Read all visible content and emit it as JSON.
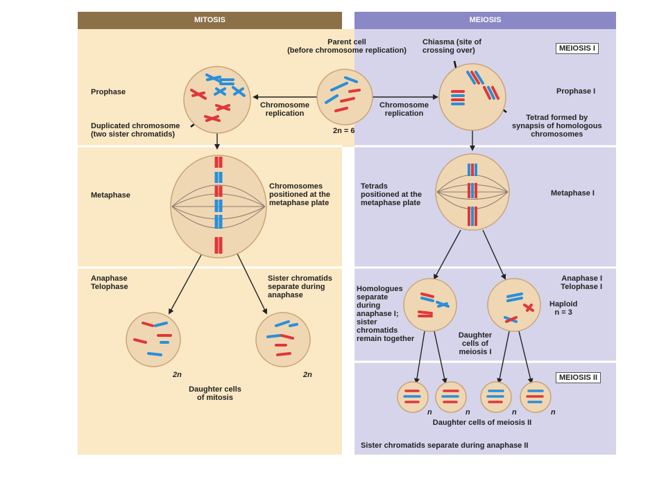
{
  "headers": {
    "mitosis": "MITOSIS",
    "meiosis": "MEIOSIS"
  },
  "tags": {
    "meiosis1": "MEIOSIS I",
    "meiosis2": "MEIOSIS II"
  },
  "colors": {
    "mitosis_header": "#8b7048",
    "meiosis_header": "#8b88c6",
    "mitosis_bg": "#fbe8c4",
    "meiosis_bg": "#d6d4ea",
    "cell_fill": "#f0d7b3",
    "chrom_red": "#e0373a",
    "chrom_blue": "#2a8fd8"
  },
  "parent": {
    "title": "Parent cell\n(before chromosome replication)",
    "ploidy": "2n = 6"
  },
  "replication": {
    "left": "Chromosome\nreplication",
    "right": "Chromosome\nreplication"
  },
  "chiasma": "Chiasma (site of\ncrossing over)",
  "tetrad": "Tetrad formed by\nsynapsis of homologous\nchromosomes",
  "mitosis": {
    "prophase": "Prophase",
    "duplicated": "Duplicated chromosome\n(two sister chromatids)",
    "metaphase": "Metaphase",
    "metaphase_note": "Chromosomes\npositioned at the\nmetaphase plate",
    "anaphase": "Anaphase\nTelophase",
    "anaphase_note": "Sister chromatids\nseparate during\nanaphase",
    "ploidy_left": "2n",
    "ploidy_right": "2n",
    "daughters": "Daughter cells\nof mitosis"
  },
  "meiosis": {
    "prophase": "Prophase I",
    "metaphase": "Metaphase I",
    "metaphase_note": "Tetrads\npositioned at the\nmetaphase plate",
    "anaphase": "Anaphase I\nTelophase I",
    "haploid": "Haploid\nn = 3",
    "homologues_note": "Homologues\nseparate\nduring\nanaphase I;\nsister\nchromatids\nremain together",
    "daughters1": "Daughter\ncells of\nmeiosis I",
    "n_labels": [
      "n",
      "n",
      "n",
      "n"
    ],
    "daughters2": "Daughter cells of meiosis II",
    "sister_note": "Sister chromatids separate during anaphase II"
  }
}
